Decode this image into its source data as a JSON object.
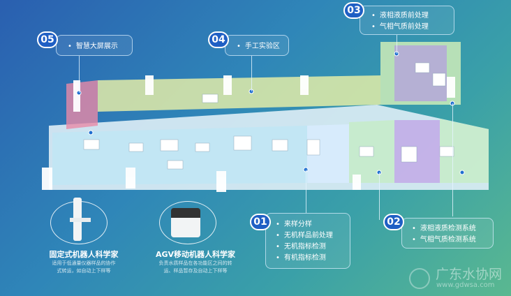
{
  "callouts": [
    {
      "num": "05",
      "items": [
        "智慧大屏展示"
      ]
    },
    {
      "num": "04",
      "items": [
        "手工实验区"
      ]
    },
    {
      "num": "03",
      "items": [
        "液相液质前处理",
        "气相气质前处理"
      ]
    },
    {
      "num": "01",
      "items": [
        "来样分样",
        "无机样品前处理",
        "无机指标检测",
        "有机指标检测"
      ]
    },
    {
      "num": "02",
      "items": [
        "液相液质检测系统",
        "气相气质检测系统"
      ]
    }
  ],
  "robots": [
    {
      "title": "固定式机器人科学家",
      "desc": [
        "适用于低通量仪器样品的协作",
        "式转运，如自动上下样等"
      ]
    },
    {
      "title": "AGV移动机器人科学家",
      "desc": [
        "负责水质样品在各功能区之间的转",
        "运、样品暂存及自动上下样等"
      ]
    }
  ],
  "watermark": {
    "name": "广东水协网",
    "url": "www.gdwsa.com"
  }
}
